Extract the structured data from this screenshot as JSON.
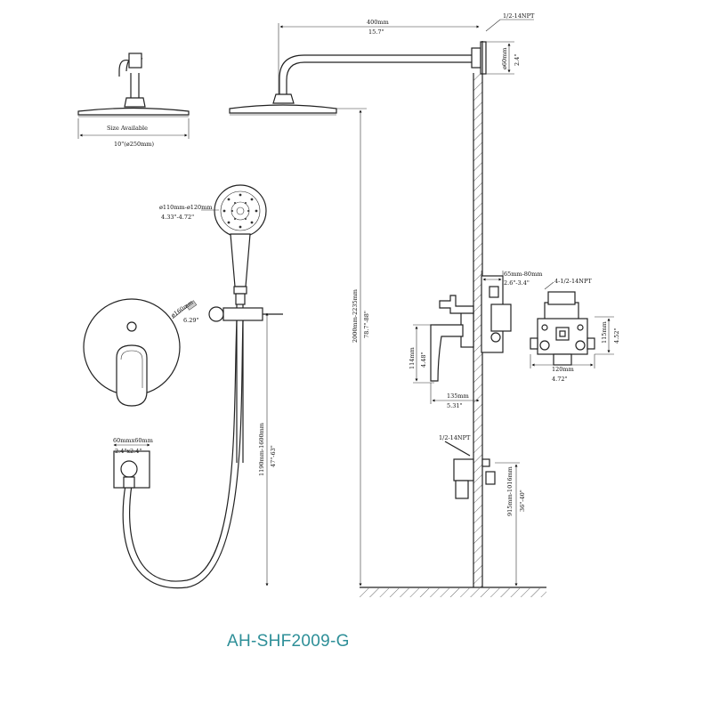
{
  "model_number": "AH-SHF2009-G",
  "showerhead": {
    "size_note": "Size Available",
    "diameter_label": "10\"(ø250mm)"
  },
  "arm": {
    "length_mm": "400mm",
    "length_in": "15.7\""
  },
  "wall_flange": {
    "thread": "1/2-14NPT",
    "size_mm": "ø60mm",
    "size_in": "2.4\""
  },
  "height_total": {
    "mm": "2000mm-2235mm",
    "in": "78.7\"-88\""
  },
  "hand_shower": {
    "diameter_mm": "ø110mm-ø120mm",
    "diameter_in": "4.33\"-4.72\""
  },
  "trim_plate": {
    "diameter_mm": "ø160mm",
    "diameter_in": "6.29\""
  },
  "holder_height": {
    "mm": "1190mm-1600mm",
    "in": "47\"-63\""
  },
  "outlet_elbow": {
    "size_mm": "60mmx60mm",
    "size_in": "2.4\"x2.4\""
  },
  "valve_depth": {
    "mm": "65mm-80mm",
    "in": "2.6\"-3.4\""
  },
  "valve_body": {
    "thread": "4-1/2-14NPT",
    "height_mm": "115mm",
    "height_in": "4.52\"",
    "width_mm": "120mm",
    "width_in": "4.72\""
  },
  "handle": {
    "height_mm": "114mm",
    "height_in": "4.48\"",
    "projection_mm": "135mm",
    "projection_in": "5.31\""
  },
  "lower_outlet": {
    "thread": "1/2-14NPT",
    "height_mm": "915mm-1016mm",
    "height_in": "36\"-40\""
  }
}
